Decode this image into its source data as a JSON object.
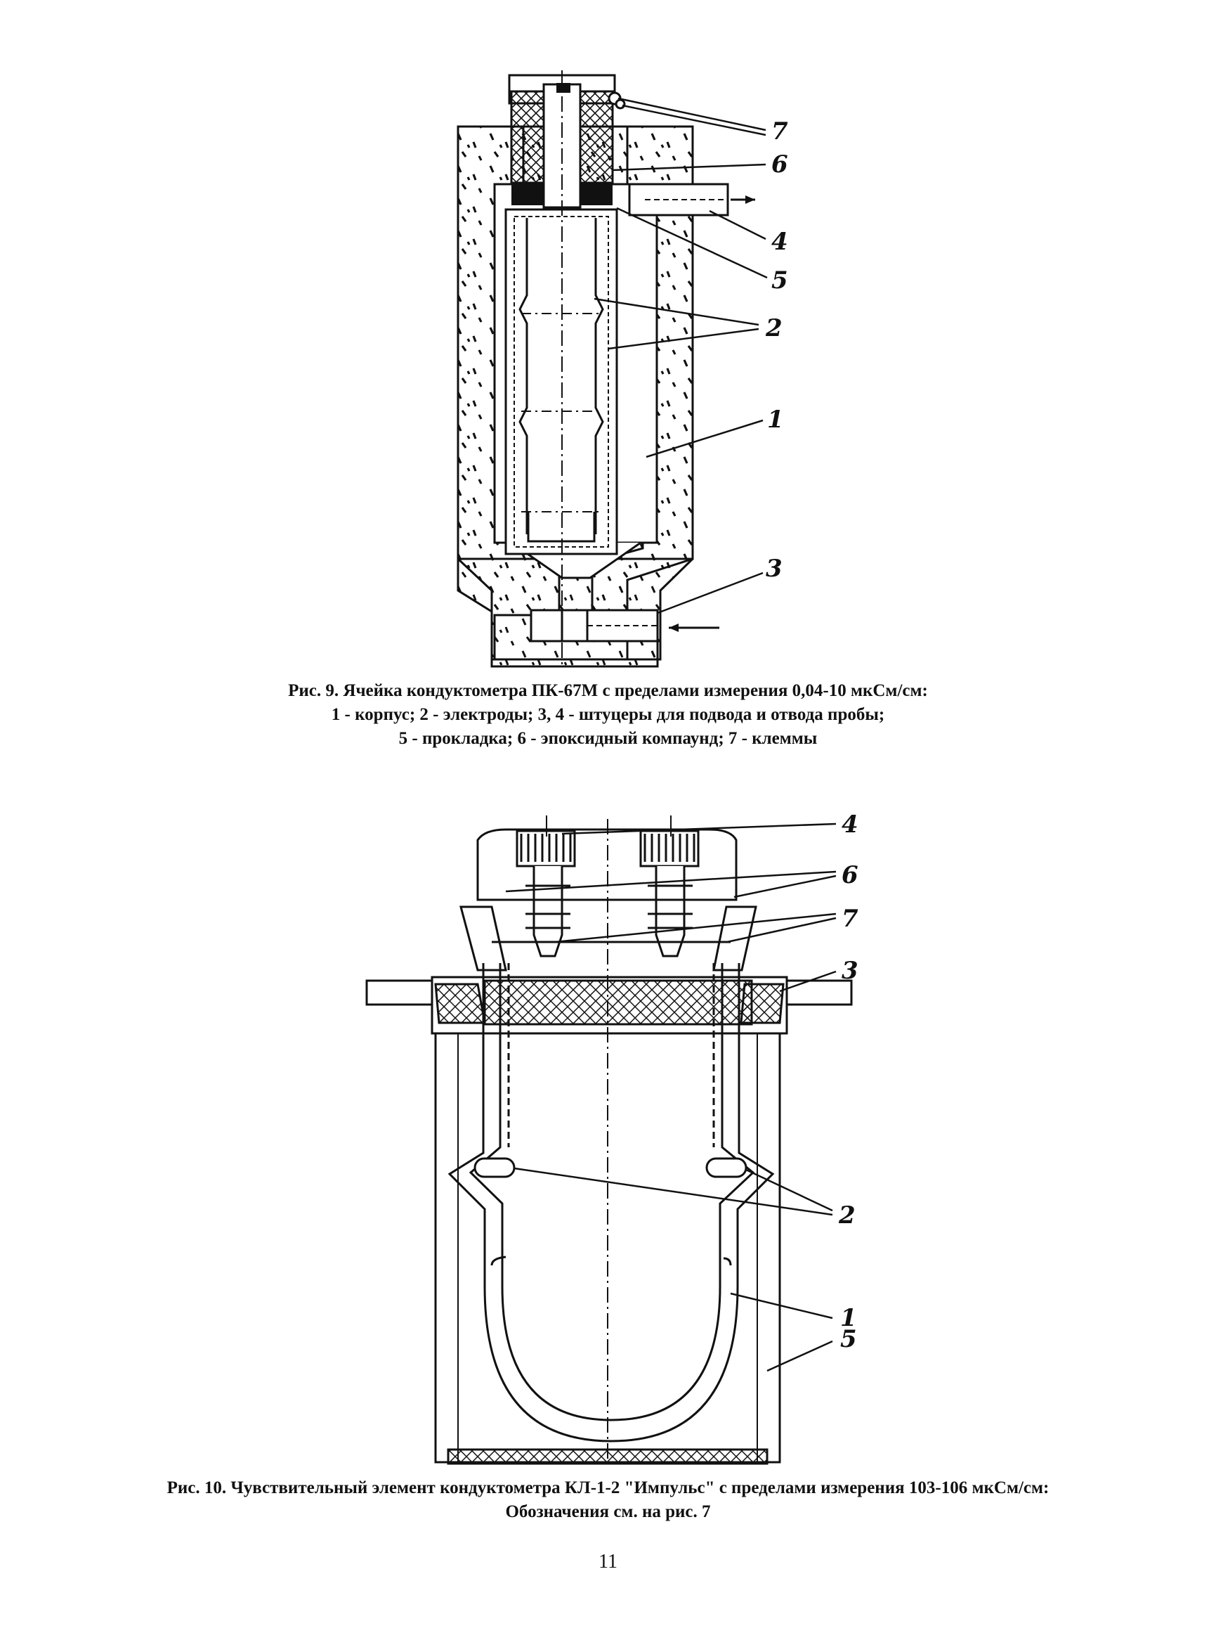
{
  "figure9": {
    "labels": [
      "7",
      "6",
      "4",
      "5",
      "2",
      "1",
      "3"
    ],
    "caption": {
      "line1": "Рис. 9. Ячейка кондуктометра ПК-67М с пределами измерения 0,04-10 мкСм/см:",
      "line2": "1 - корпус; 2 - электроды; 3, 4 - штуцеры для подвода и отвода пробы;",
      "line3": "5 - прокладка; 6 - эпоксидный компаунд; 7 - клеммы"
    }
  },
  "figure10": {
    "labels": [
      "4",
      "6",
      "7",
      "3",
      "2",
      "1",
      "5"
    ],
    "caption": {
      "line1": "Рис. 10. Чувствительный элемент кондуктометра КЛ-1-2 \"Импульс\" с пределами измерения 103-106 мкСм/см:",
      "line2": "Обозначения см. на рис. 7"
    }
  },
  "page_number": "11"
}
